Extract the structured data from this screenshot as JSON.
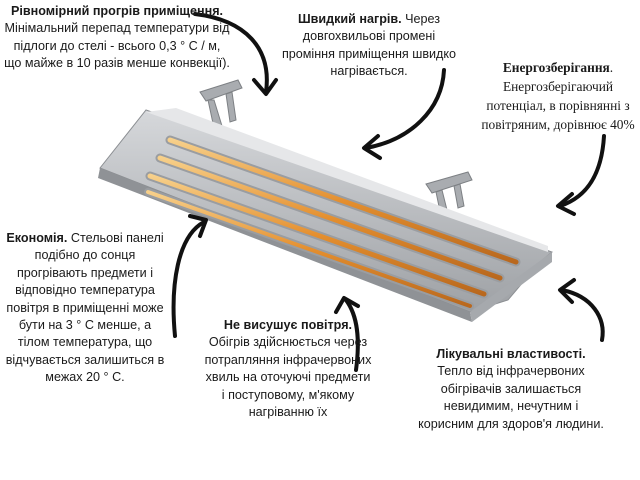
{
  "annotations": [
    {
      "title": "Рівномірний прогрів приміщення.",
      "text": "Мінімальний перепад температури від підлоги до стелі - всього 0,3 ° С / м, що майже в 10 разів менше конвекції)."
    },
    {
      "title": "Швидкий нагрів.",
      "text": "Через довгохвильові промені проміння приміщення швидко нагрівається."
    },
    {
      "title": "Енергозберігання",
      "text": ". Енергозберігаючий потенціал, в порівнянні з повітряним, дорівнює 40%"
    },
    {
      "title": "Економія.",
      "text": "Стельові панелі подібно до сонця прогрівають предмети і відповідно температура повітря в приміщенні може бути на 3 ° С менше, а тілом температура, що відчувається залишиться в межах 20 ° С."
    },
    {
      "title": "Не висушує повітря.",
      "text": "Обігрів здійснюється через потрапляння інфрачервоних хвиль на оточуючі предмети і поступовому, м'якому нагріванню їх"
    },
    {
      "title": "Лікувальні властивості.",
      "text": "Тепло від інфрачервоних обігрівачів залишається невидимим, нечутним і корисним для здоров'я людини."
    }
  ],
  "colors": {
    "text": "#1a1a1a",
    "heater_body": "#b9bcc0",
    "heater_tube": "#e9a24a",
    "arrow": "#111111"
  }
}
